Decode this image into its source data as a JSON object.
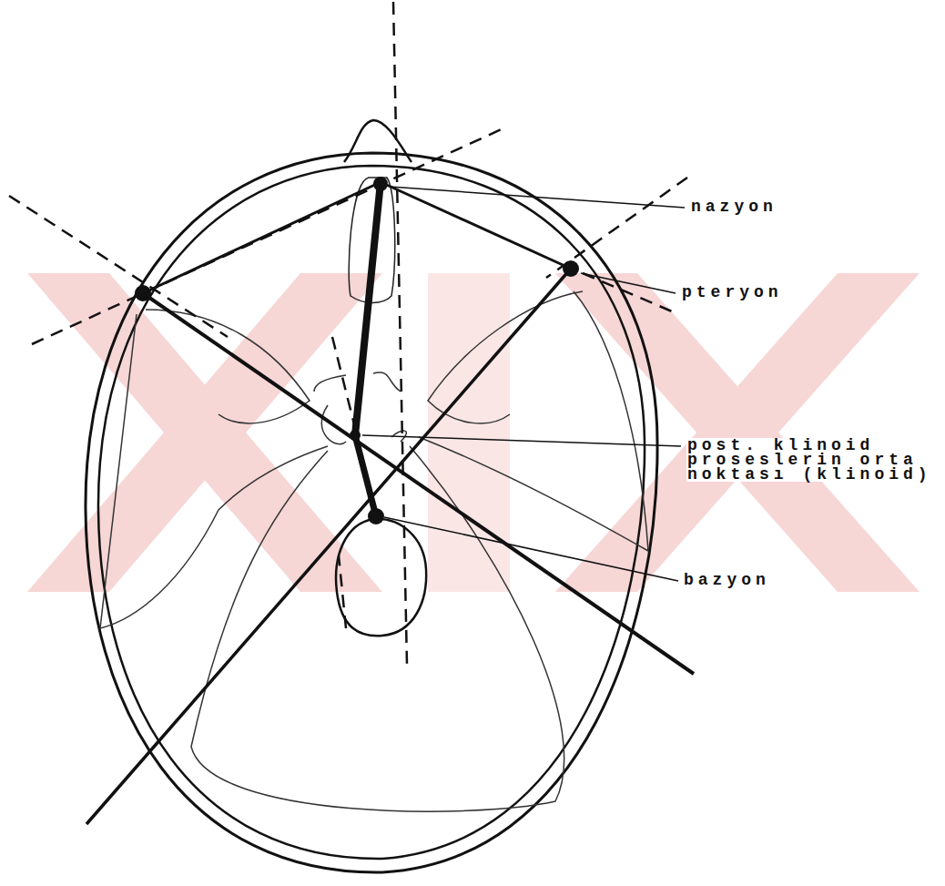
{
  "diagram": {
    "labels": [
      "nazyon",
      "pteryon",
      "post. klinoid proseslerin orta noktası (klinoid)",
      "bazyon"
    ]
  }
}
